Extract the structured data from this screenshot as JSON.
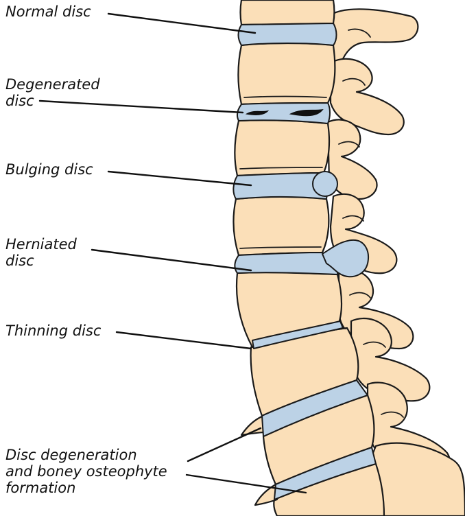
{
  "labels": {
    "normal_disc": "Normal disc",
    "degenerated_disc": "Degenerated\ndisc",
    "bulging_disc": "Bulging disc",
    "herniated_disc": "Herniated\ndisc",
    "thinning_disc": "Thinning disc",
    "osteophyte_formation": "Disc degeneration\nand boney osteophyte\nformation"
  },
  "colors": {
    "bone": "#fbdfb8",
    "disc": "#bcd2e6",
    "outline": "#1a1a1a",
    "text": "#111111"
  }
}
